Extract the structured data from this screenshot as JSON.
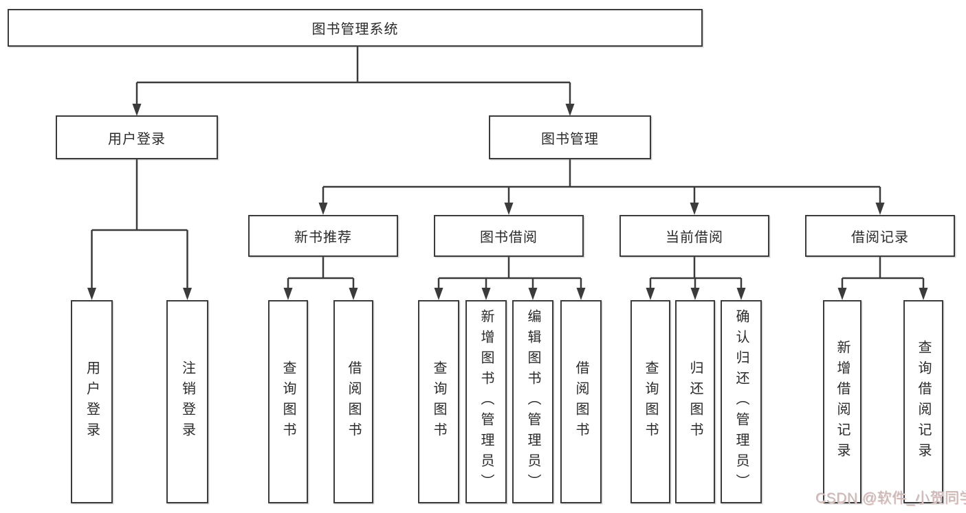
{
  "diagram": {
    "root": {
      "label": "图书管理系统"
    },
    "branches": [
      {
        "label": "用户登录",
        "children": [
          {
            "label": "用户登录"
          },
          {
            "label": "注销登录"
          }
        ]
      },
      {
        "label": "图书管理",
        "children": [
          {
            "label": "新书推荐",
            "children": [
              {
                "label": "查询图书"
              },
              {
                "label": "借阅图书"
              }
            ]
          },
          {
            "label": "图书借阅",
            "children": [
              {
                "label": "查询图书"
              },
              {
                "label": "新增图书（管理员）"
              },
              {
                "label": "编辑图书（管理员）"
              },
              {
                "label": "借阅图书"
              }
            ]
          },
          {
            "label": "当前借阅",
            "children": [
              {
                "label": "查询图书"
              },
              {
                "label": "归还图书"
              },
              {
                "label": "确认归还（管理员）"
              }
            ]
          },
          {
            "label": "借阅记录",
            "children": [
              {
                "label": "新增借阅记录"
              },
              {
                "label": "查询借阅记录"
              }
            ]
          }
        ]
      }
    ]
  },
  "watermark": {
    "text": "CSDN @软件_小贺同学",
    "color": "#c3bbbb"
  },
  "colors": {
    "line": "#3b3b3b",
    "box_border": "#3b3b3b",
    "text": "#2a2a2a",
    "background": "#ffffff"
  }
}
